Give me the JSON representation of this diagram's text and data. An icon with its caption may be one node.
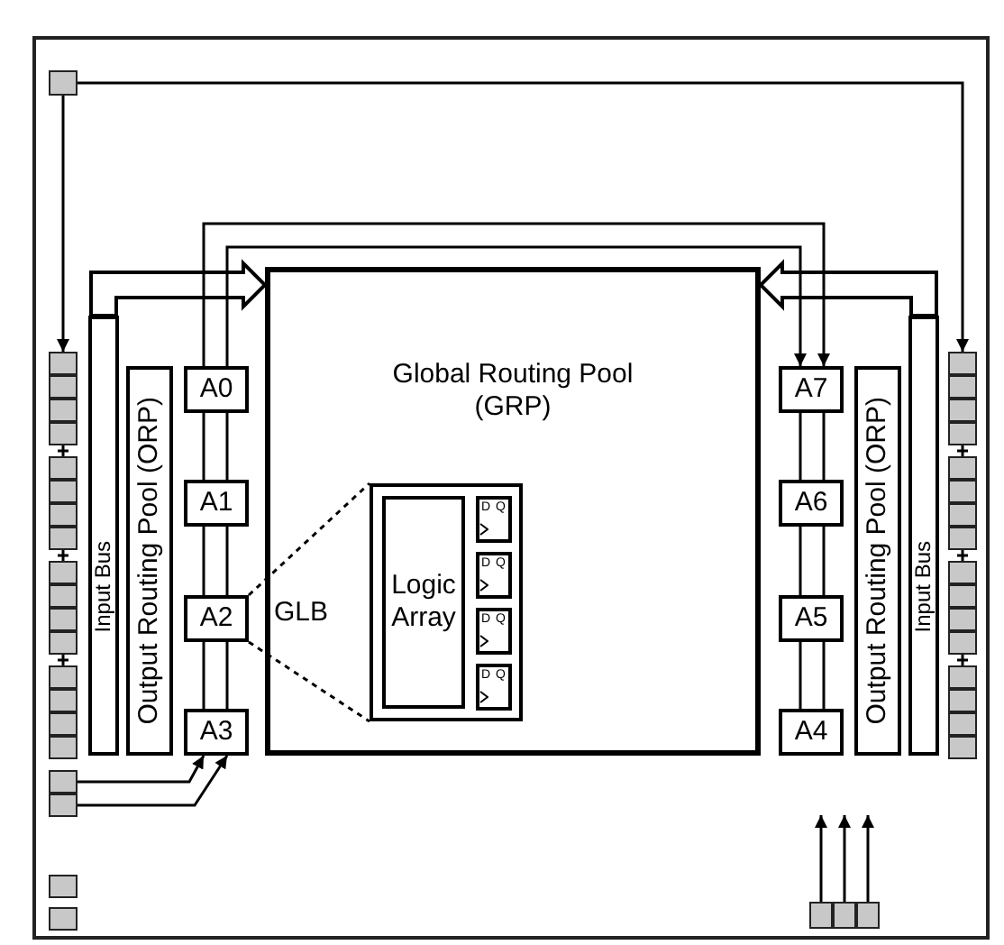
{
  "diagram": {
    "nodes": [
      {
        "text": [],
        "shape": "box"
      },
      {
        "text": [
          "Global Routing Pool (GRP)"
        ]
      },
      {
        "text": [],
        "shape": "box",
        "in": 1
      },
      {
        "text": [
          "Logic Array"
        ],
        "in": 2
      },
      {
        "text": [
          "D",
          "Q"
        ],
        "in": 2
      },
      {
        "text": [
          "D",
          "Q"
        ],
        "in": 2
      },
      {
        "text": [
          "D",
          "Q"
        ],
        "in": 2
      },
      {
        "text": [
          "D",
          "Q"
        ],
        "in": 2
      },
      {
        "text": [
          "A0"
        ]
      },
      {
        "text": [
          "A1"
        ]
      },
      {
        "text": [
          "A2"
        ]
      },
      {
        "text": [
          "A3"
        ]
      },
      {
        "text": [
          "A7"
        ]
      },
      {
        "text": [
          "A6"
        ]
      },
      {
        "text": [
          "A5"
        ]
      },
      {
        "text": [
          "A4"
        ]
      },
      {
        "text": [
          "Output Routing Pool (ORP)"
        ]
      },
      {
        "text": [
          "Input Bus"
        ]
      },
      {
        "text": [
          "Output Routing Pool (ORP)"
        ]
      },
      {
        "text": [
          "Input Bus"
        ]
      },
      {
        "text": [],
        "shape": "box"
      },
      {
        "text": [],
        "shape": "box"
      },
      {
        "text": [],
        "shape": "box"
      },
      {
        "text": [],
        "shape": "box"
      },
      {
        "text": [],
        "shape": "box"
      },
      {
        "text": [],
        "shape": "box"
      },
      {
        "text": [],
        "shape": "box"
      },
      {
        "text": [],
        "shape": "box"
      },
      {
        "text": [],
        "shape": "box"
      },
      {
        "text": [],
        "shape": "box"
      },
      {
        "text": [],
        "shape": "box"
      },
      {
        "text": [],
        "shape": "box"
      },
      {
        "text": [],
        "shape": "box"
      },
      {
        "text": [],
        "shape": "box"
      },
      {
        "text": [],
        "shape": "box"
      },
      {
        "text": [],
        "shape": "box"
      },
      {
        "text": [],
        "shape": "box"
      },
      {
        "text": [],
        "shape": "box"
      },
      {
        "text": [],
        "shape": "box"
      },
      {
        "text": [],
        "shape": "box"
      },
      {
        "text": [],
        "shape": "box"
      },
      {
        "text": [],
        "shape": "box"
      },
      {
        "text": [],
        "shape": "box"
      },
      {
        "text": [],
        "shape": "box"
      },
      {
        "text": [],
        "shape": "box"
      },
      {
        "text": [],
        "shape": "box"
      },
      {
        "text": [],
        "shape": "box"
      },
      {
        "text": [],
        "shape": "box"
      },
      {
        "text": [],
        "shape": "box"
      },
      {
        "text": [],
        "shape": "box"
      },
      {
        "text": [],
        "shape": "box"
      },
      {
        "text": [],
        "shape": "box"
      },
      {
        "text": [],
        "shape": "box"
      },
      {
        "text": [],
        "shape": "box"
      },
      {
        "text": [],
        "shape": "box"
      },
      {
        "text": [],
        "shape": "box"
      },
      {
        "text": [],
        "shape": "box"
      },
      {
        "text": [],
        "shape": "box"
      },
      {
        "text": [],
        "shape": "box"
      }
    ],
    "edges": [
      {
        "from": 0,
        "to": 20,
        "arrow": "to"
      },
      {
        "from": 0,
        "to": 36,
        "arrow": "to"
      },
      {
        "from": 17,
        "to": 1,
        "arrow": "to",
        "style": "thick"
      },
      {
        "from": 19,
        "to": 1,
        "arrow": "to",
        "style": "thick"
      },
      {
        "from": 8,
        "to": 12,
        "arrow": "to"
      },
      {
        "from": 8,
        "to": 12,
        "arrow": "to"
      },
      {
        "from": 8,
        "to": 9,
        "arrow": "none"
      },
      {
        "from": 8,
        "to": 9,
        "arrow": "none"
      },
      {
        "from": 9,
        "to": 10,
        "arrow": "none"
      },
      {
        "from": 9,
        "to": 10,
        "arrow": "none"
      },
      {
        "from": 10,
        "to": 11,
        "arrow": "none"
      },
      {
        "from": 10,
        "to": 11,
        "arrow": "none"
      },
      {
        "from": 12,
        "to": 13,
        "arrow": "none"
      },
      {
        "from": 12,
        "to": 13,
        "arrow": "none"
      },
      {
        "from": 13,
        "to": 14,
        "arrow": "none"
      },
      {
        "from": 13,
        "to": 14,
        "arrow": "none"
      },
      {
        "from": 14,
        "to": 15,
        "arrow": "none"
      },
      {
        "from": 14,
        "to": 15,
        "arrow": "none"
      },
      {
        "from": 52,
        "to": 11,
        "arrow": "to"
      },
      {
        "from": 53,
        "to": 11,
        "arrow": "to"
      },
      {
        "from": 10,
        "to": 2,
        "arrow": "none",
        "style": "dashed"
      },
      {
        "from": 10,
        "to": 2,
        "arrow": "none",
        "style": "dashed"
      },
      {
        "from": 56,
        "to": null,
        "arrow": "to"
      },
      {
        "from": 57,
        "to": null,
        "arrow": "to"
      },
      {
        "from": 58,
        "to": null,
        "arrow": "to"
      }
    ],
    "labels": [
      "GLB"
    ]
  }
}
